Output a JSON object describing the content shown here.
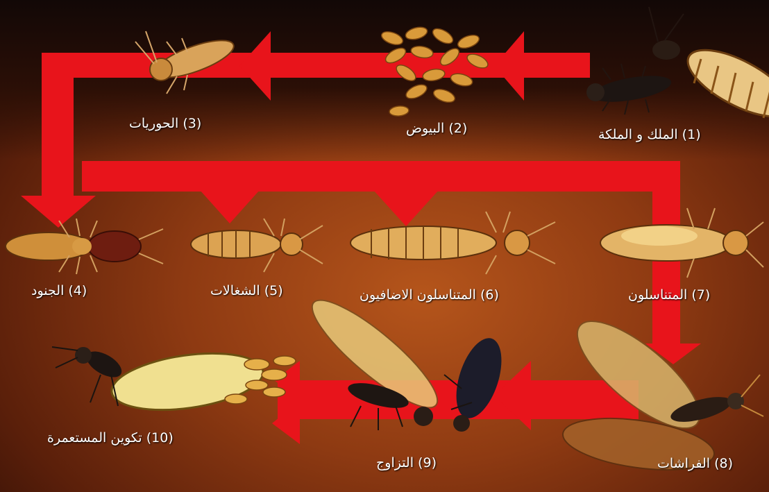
{
  "stages": {
    "s1": "(1) الملك و الملكة",
    "s2": "(2) البيوض",
    "s3": "(3) الحوريات",
    "s4": "(4) الجنود",
    "s5": "(5) الشغالات",
    "s6": "(6) المتناسلون الاضافيون",
    "s7": "(7) المتناسلون",
    "s8": "(8) الفراشات",
    "s9": "(9) التزاوج",
    "s10": "(10) تكوين المستعمرة"
  },
  "colors": {
    "arrow": "#e8141b",
    "background": "#8e3a12",
    "label": "#ffffff"
  }
}
